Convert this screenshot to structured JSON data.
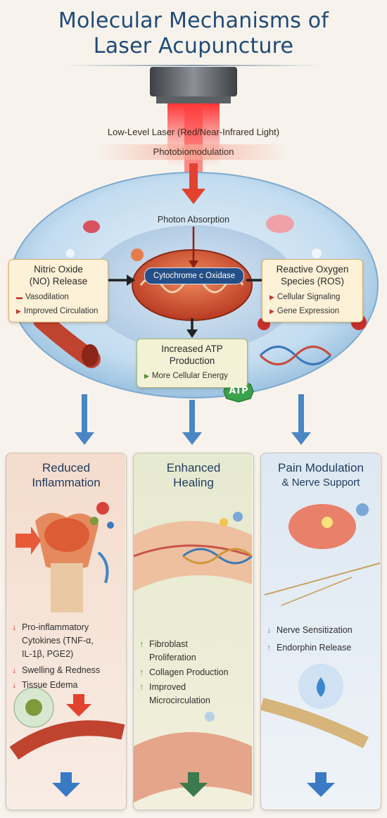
{
  "title_line1": "Molecular Mechanisms of",
  "title_line2": "Laser Acupuncture",
  "laser_label": "Low-Level Laser (Red/Near-Infrared Light)",
  "photobiomodulation_label": "Photobiomodulation",
  "photon_absorption_label": "Photon Absorption",
  "cytochrome_label": "Cytochrome c Oxidase",
  "no_box": {
    "title_line1": "Nitric Oxide",
    "title_line2": "(NO) Release",
    "bullets": [
      "Vasodilation",
      "Improved Circulation"
    ]
  },
  "ros_box": {
    "title_line1": "Reactive Oxygen",
    "title_line2": "Species (ROS)",
    "bullets": [
      "Cellular Signaling",
      "Gene Expression"
    ]
  },
  "atp_box": {
    "title_line1": "Increased ATP",
    "title_line2": "Production",
    "bullets": [
      "More Cellular Energy"
    ]
  },
  "atp_badge": "ATP",
  "panels": [
    {
      "title_line1": "Reduced",
      "title_line2": "Inflammation",
      "bullets": [
        {
          "arrow": "↓",
          "lines": [
            "Pro-inflammatory",
            "Cytokines (TNF-α,",
            "IL-1β, PGE2)"
          ]
        },
        {
          "arrow": "↓",
          "lines": [
            "Swelling & Redness"
          ]
        },
        {
          "arrow": "↓",
          "lines": [
            "Tissue Edema"
          ]
        }
      ]
    },
    {
      "title_line1": "Enhanced",
      "title_line2": "Healing",
      "bullets": [
        {
          "arrow": "↑",
          "lines": [
            "Fibroblast",
            "Proliferation"
          ]
        },
        {
          "arrow": "↑",
          "lines": [
            "Collagen Production"
          ]
        },
        {
          "arrow": "↑",
          "lines": [
            "Improved",
            "Microcirculation"
          ]
        }
      ]
    },
    {
      "title_line1": "Pain Modulation",
      "title_line2": "& Nerve Support",
      "bullets": [
        {
          "arrow": "↓",
          "lines": [
            "Nerve Sensitization"
          ]
        },
        {
          "arrow": "↑",
          "lines": [
            "Endorphin Release"
          ]
        }
      ]
    }
  ],
  "colors": {
    "title": "#1f4a78",
    "laser_red": "#e2432f",
    "arrow_blue": "#4a86c4",
    "panel1_bg": "#f8e3d8",
    "panel2_bg": "#eef0d8",
    "panel3_bg": "#e4eef6"
  }
}
